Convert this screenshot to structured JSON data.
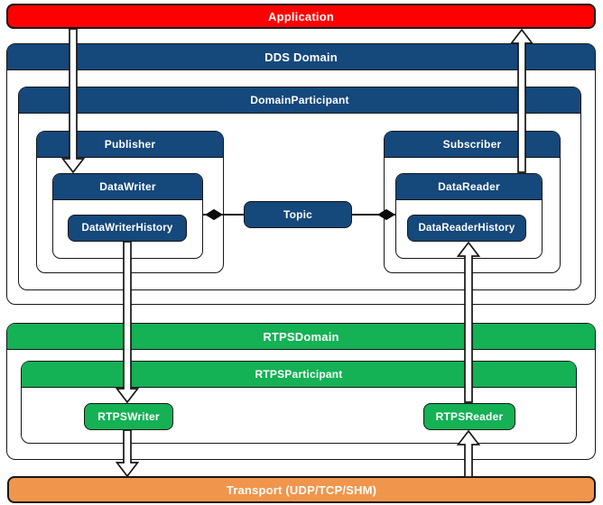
{
  "colors": {
    "red": "#FE0000",
    "blue": "#15487B",
    "green": "#14B155",
    "orange": "#F0954C",
    "border": "#161616",
    "label_text": "#FFFFFF"
  },
  "nodes": {
    "application": "Application",
    "dds_domain": "DDS Domain",
    "domain_participant": "DomainParticipant",
    "publisher": "Publisher",
    "subscriber": "Subscriber",
    "data_writer": "DataWriter",
    "data_writer_history": "DataWriterHistory",
    "data_reader": "DataReader",
    "data_reader_history": "DataReaderHistory",
    "topic": "Topic",
    "rtps_domain": "RTPSDomain",
    "rtps_participant": "RTPSParticipant",
    "rtps_writer": "RTPSWriter",
    "rtps_reader": "RTPSReader",
    "transport": "Transport (UDP/TCP/SHM)"
  },
  "edges": [
    {
      "from": "Application",
      "to": "DataWriter",
      "type": "hollow-arrow",
      "direction": "down"
    },
    {
      "from": "DataWriterHistory",
      "to": "RTPSWriter",
      "type": "hollow-arrow",
      "direction": "down"
    },
    {
      "from": "RTPSWriter",
      "to": "Transport (UDP/TCP/SHM)",
      "type": "hollow-arrow",
      "direction": "down"
    },
    {
      "from": "Transport (UDP/TCP/SHM)",
      "to": "RTPSReader",
      "type": "hollow-arrow",
      "direction": "up"
    },
    {
      "from": "RTPSReader",
      "to": "DataReaderHistory",
      "type": "hollow-arrow",
      "direction": "up"
    },
    {
      "from": "DataReader",
      "to": "Application",
      "type": "hollow-arrow",
      "direction": "up"
    },
    {
      "from": "DataWriter",
      "to": "Topic",
      "type": "aggregation-diamond"
    },
    {
      "from": "DataReader",
      "to": "Topic",
      "type": "aggregation-diamond"
    }
  ]
}
